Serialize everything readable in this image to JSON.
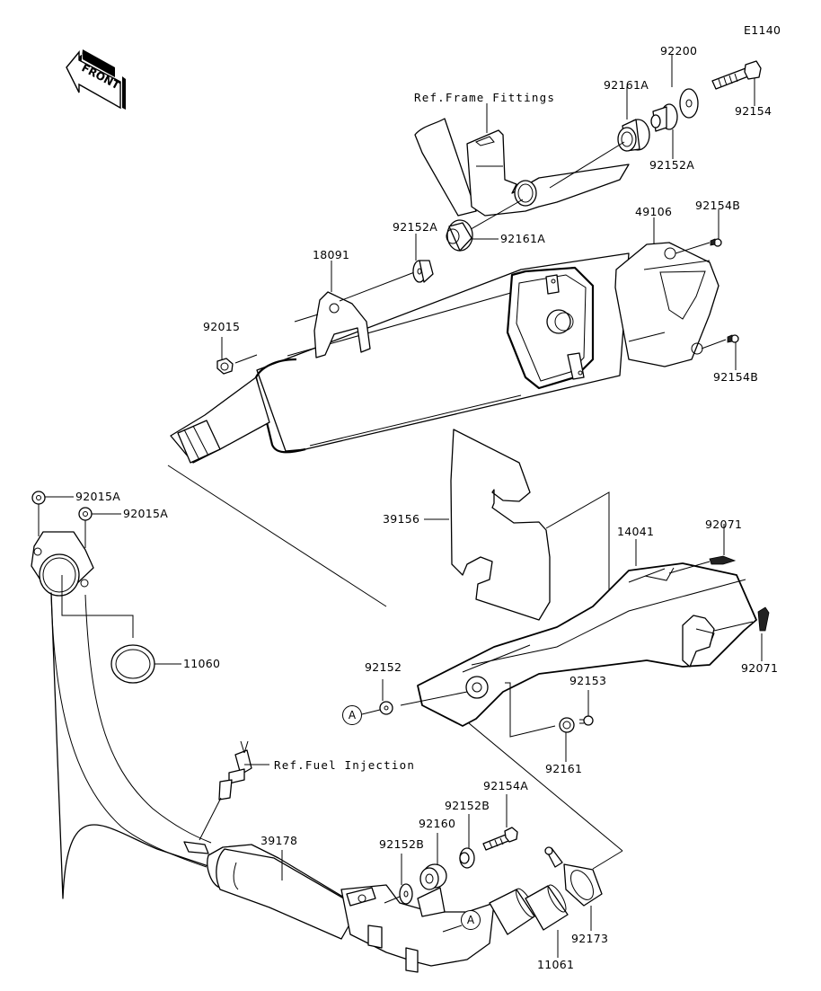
{
  "diagram": {
    "code": "E1140",
    "direction_label": "FRONT",
    "references": {
      "frame_fittings": "Ref.Frame Fittings",
      "fuel_injection": "Ref.Fuel Injection"
    },
    "reference_marker": "A",
    "parts": {
      "p92200": "92200",
      "p92154": "92154",
      "p92161A_top": "92161A",
      "p92152A_top": "92152A",
      "p92152A_mid": "92152A",
      "p92161A_mid": "92161A",
      "p18091": "18091",
      "p92015": "92015",
      "p49106": "49106",
      "p92154B_top": "92154B",
      "p92154B_bottom": "92154B",
      "p92015A_1": "92015A",
      "p92015A_2": "92015A",
      "p11060": "11060",
      "p39156": "39156",
      "p14041": "14041",
      "p92071_top": "92071",
      "p92071_right": "92071",
      "p92152": "92152",
      "p92153": "92153",
      "p92161": "92161",
      "p39178": "39178",
      "p92152B_left": "92152B",
      "p92160": "92160",
      "p92152B_right": "92152B",
      "p92154A": "92154A",
      "p11061": "11061",
      "p92173": "92173"
    }
  }
}
